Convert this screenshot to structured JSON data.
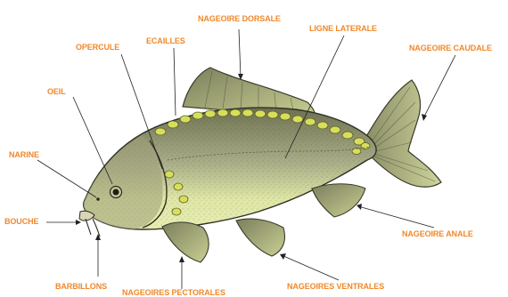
{
  "labels": {
    "nageoire_dorsale": "NAGEOIRE DORSALE",
    "ligne_laterale": "LIGNE LATERALE",
    "opercule": "OPERCULE",
    "ecailles": "ECAILLES",
    "nageoire_caudale": "NAGEOIRE CAUDALE",
    "oeil": "OEIL",
    "narine": "NARINE",
    "bouche": "BOUCHE",
    "nageoire_anale": "NAGEOIRE ANALE",
    "barbillons": "BARBILLONS",
    "nageoires_pectorales": "NAGEOIRES PECTORALES",
    "nageoires_ventrales": "NAGEOIRES VENTRALES"
  },
  "colors": {
    "label": "#f0882a",
    "body_light": "#dfe6a6",
    "body_dark": "#7d8157",
    "fin": "#a9ad7c",
    "scale_yellow": "#d7df5a"
  }
}
